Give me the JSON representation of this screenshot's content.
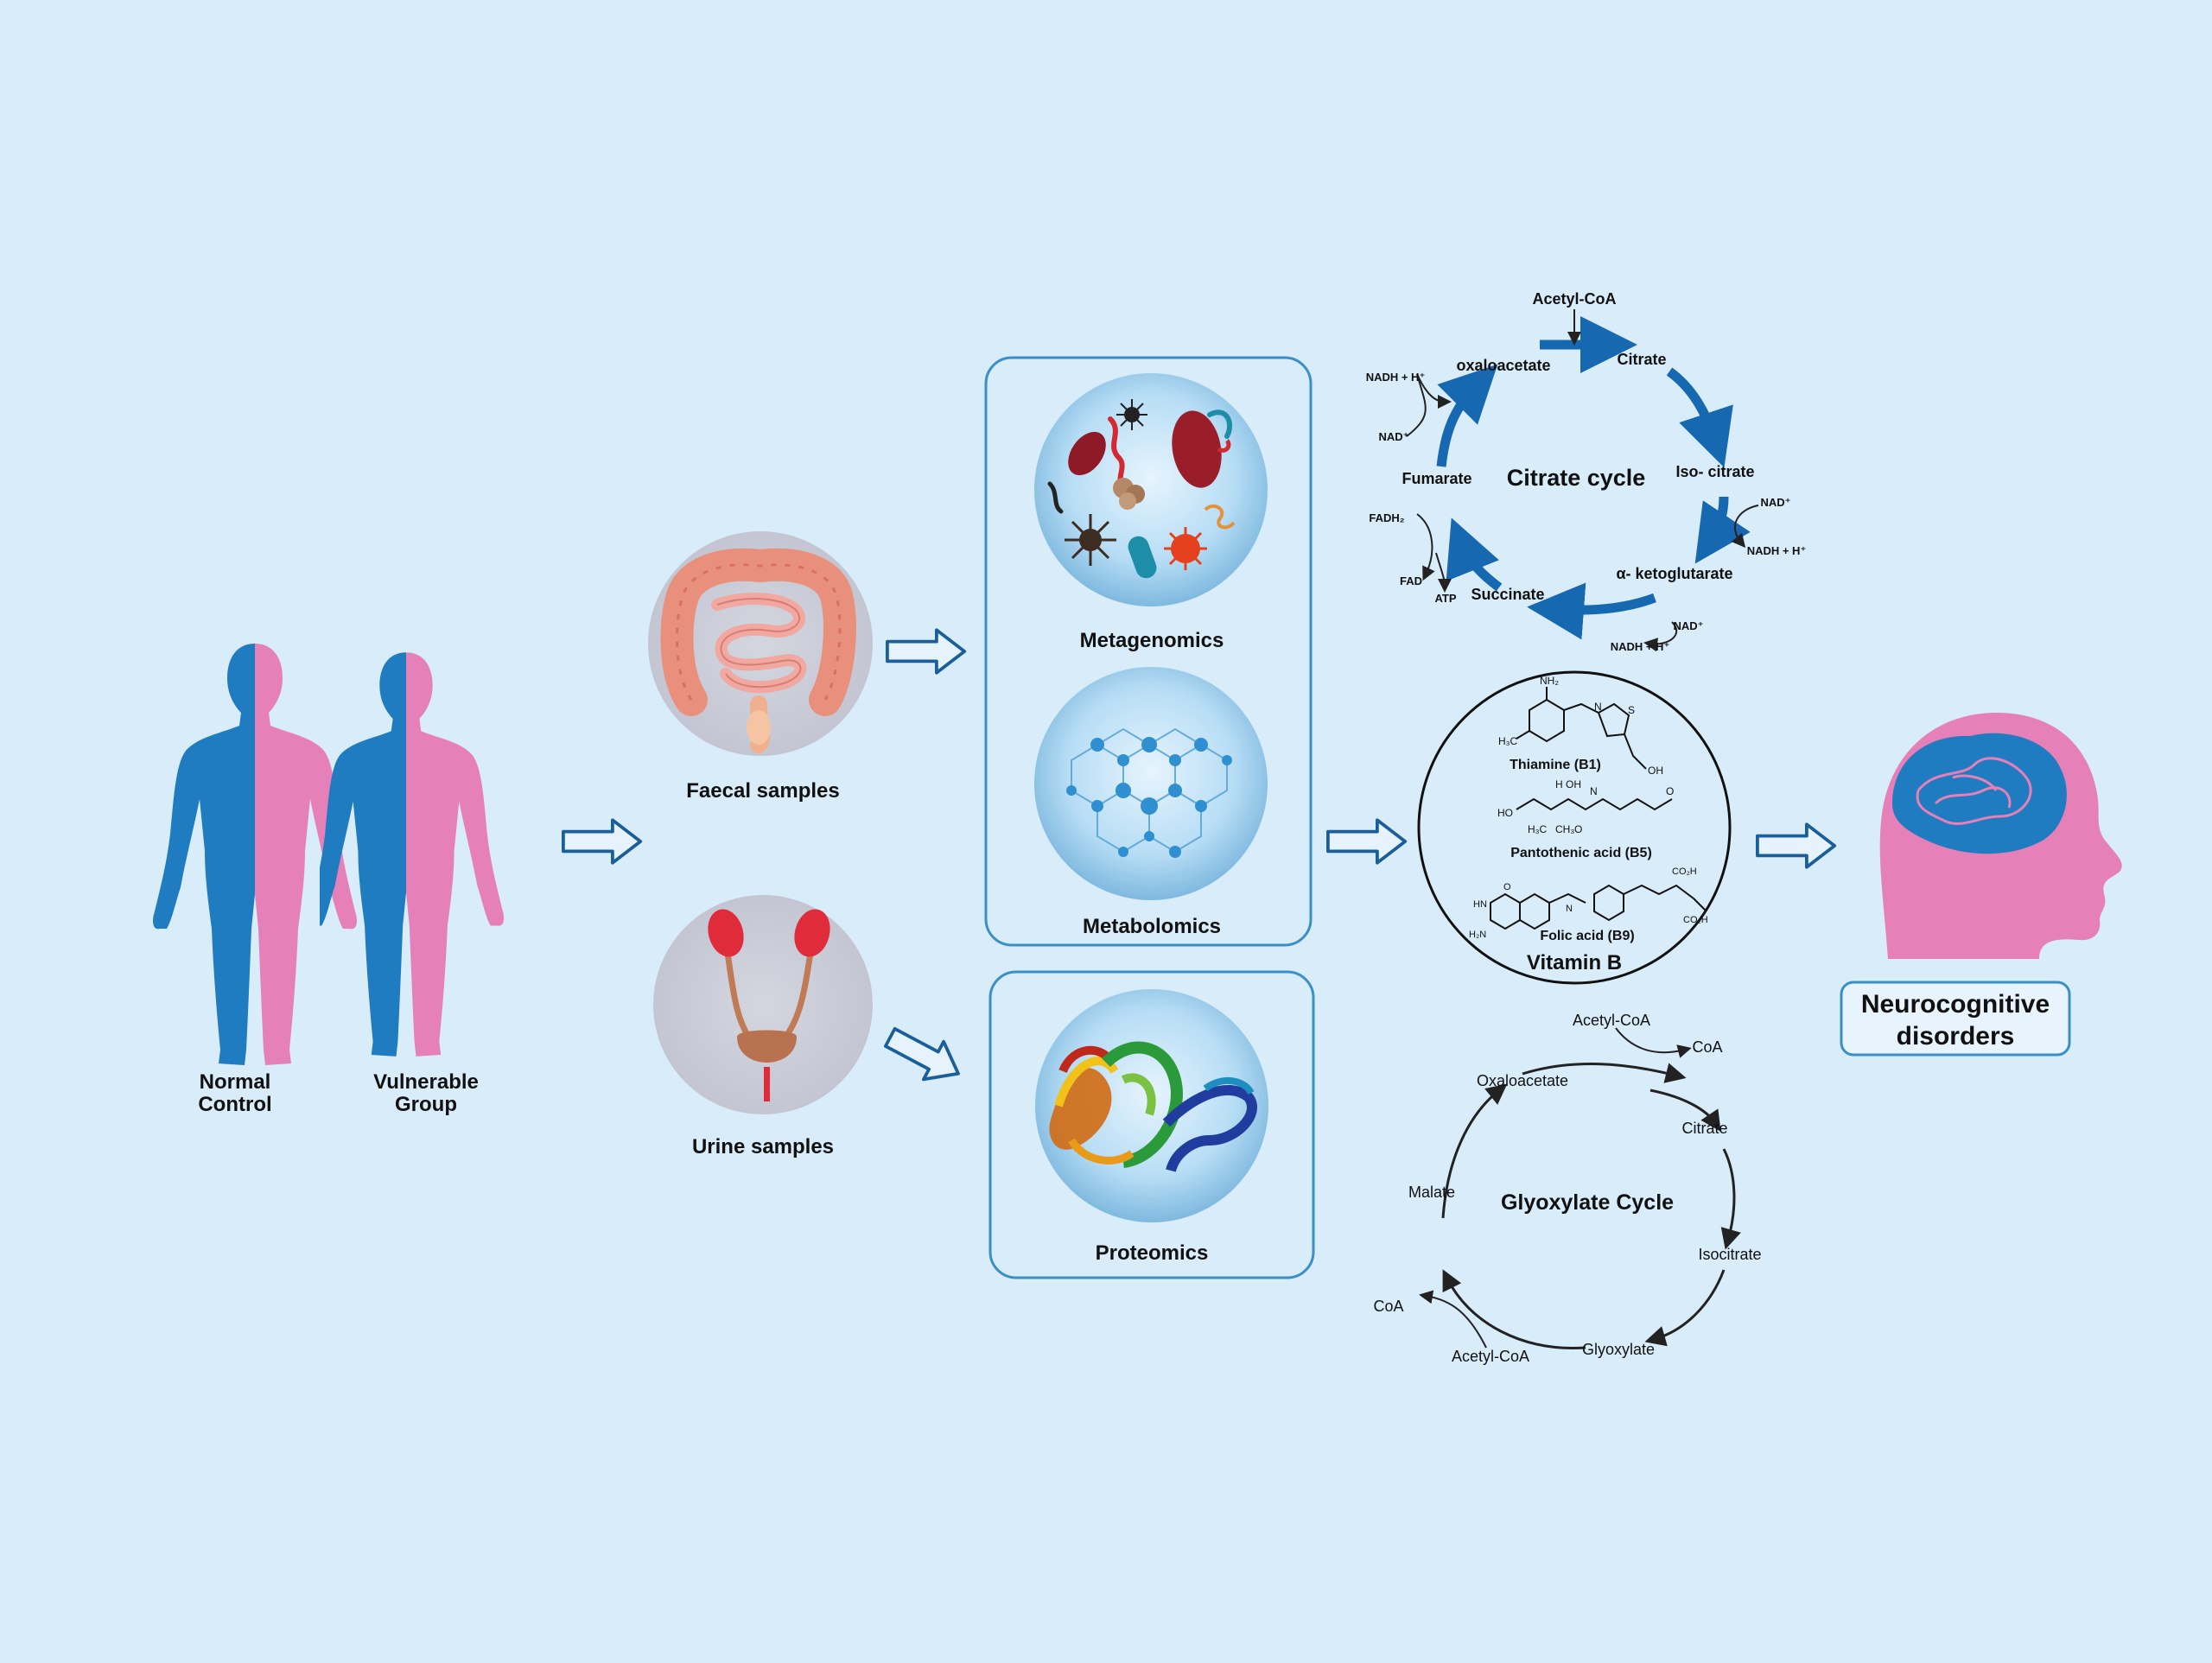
{
  "groups": {
    "normal": [
      "Normal",
      "Control"
    ],
    "vulnerable": [
      "Vulnerable",
      "Group"
    ]
  },
  "samples": {
    "faecal": "Faecal samples",
    "urine": "Urine samples"
  },
  "omics": {
    "metagenomics": "Metagenomics",
    "metabolomics": "Metabolomics",
    "proteomics": "Proteomics"
  },
  "citrate_cycle": {
    "title": "Citrate cycle",
    "acetyl_coa": "Acetyl-CoA",
    "citrate": "Citrate",
    "oxaloacetate": "oxaloacetate",
    "iso_citrate": "Iso- citrate",
    "fumarate": "Fumarate",
    "succinate": "Succinate",
    "ketoglutarate": "α- ketoglutarate",
    "nadh_left": "NADH + H⁺",
    "nad_left": "NAD⁺",
    "fadh2": "FADH₂",
    "fad": "FAD",
    "atp": "ATP",
    "nad_right": "NAD⁺",
    "nadh_right": "NADH + H⁺",
    "nad_bottom": "NAD⁺",
    "nadh_bottom": "NADH + H⁺"
  },
  "vitamin_b": {
    "title": "Vitamin B",
    "b1": "Thiamine (B1)",
    "b5": "Pantothenic acid (B5)",
    "b9": "Folic acid (B9)",
    "atoms": {
      "nh2": "NH₂",
      "h3c": "H₃C",
      "n": "N",
      "s": "S",
      "oh": "OH",
      "ho": "HO",
      "h": "H",
      "o": "O",
      "ch3": "CH₃",
      "co2h": "CO₂H",
      "hn": "HN",
      "h2n": "H₂N"
    }
  },
  "glyoxylate_cycle": {
    "title": "Glyoxylate Cycle",
    "acetyl_coa_top": "Acetyl-CoA",
    "coa_top": "CoA",
    "oxaloacetate": "Oxaloacetate",
    "citrate": "Citrate",
    "malate": "Malate",
    "isocitrate": "Isocitrate",
    "coa_bottom": "CoA",
    "acetyl_coa_bottom": "Acetyl-CoA",
    "glyoxylate": "Glyoxylate"
  },
  "outcome": [
    "Neurocognitive",
    "disorders"
  ],
  "colors": {
    "background": "#d8ecfa",
    "human_blue": "#1f7cc0",
    "human_pink": "#e680b8",
    "cycle_blue": "#1668b0",
    "box_border": "#3a8fc8"
  }
}
